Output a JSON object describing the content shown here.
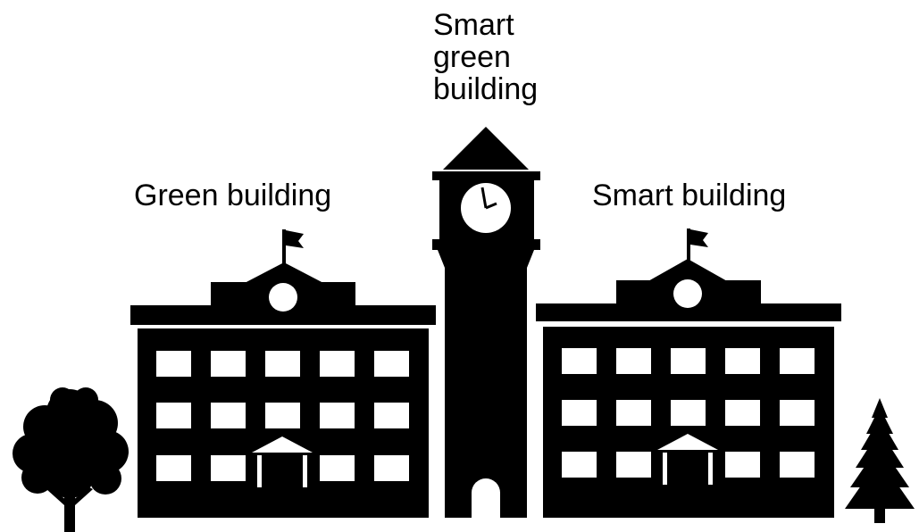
{
  "labels": {
    "green_building": "Green building",
    "smart_building": "Smart building",
    "smart_green_building": [
      "Smart",
      "green",
      "building"
    ]
  },
  "colors": {
    "silhouette": "#000000",
    "background": "#ffffff"
  },
  "icons": [
    "deciduous-tree-icon",
    "green-building-icon",
    "clock-tower-icon",
    "smart-building-icon",
    "pine-tree-icon"
  ]
}
